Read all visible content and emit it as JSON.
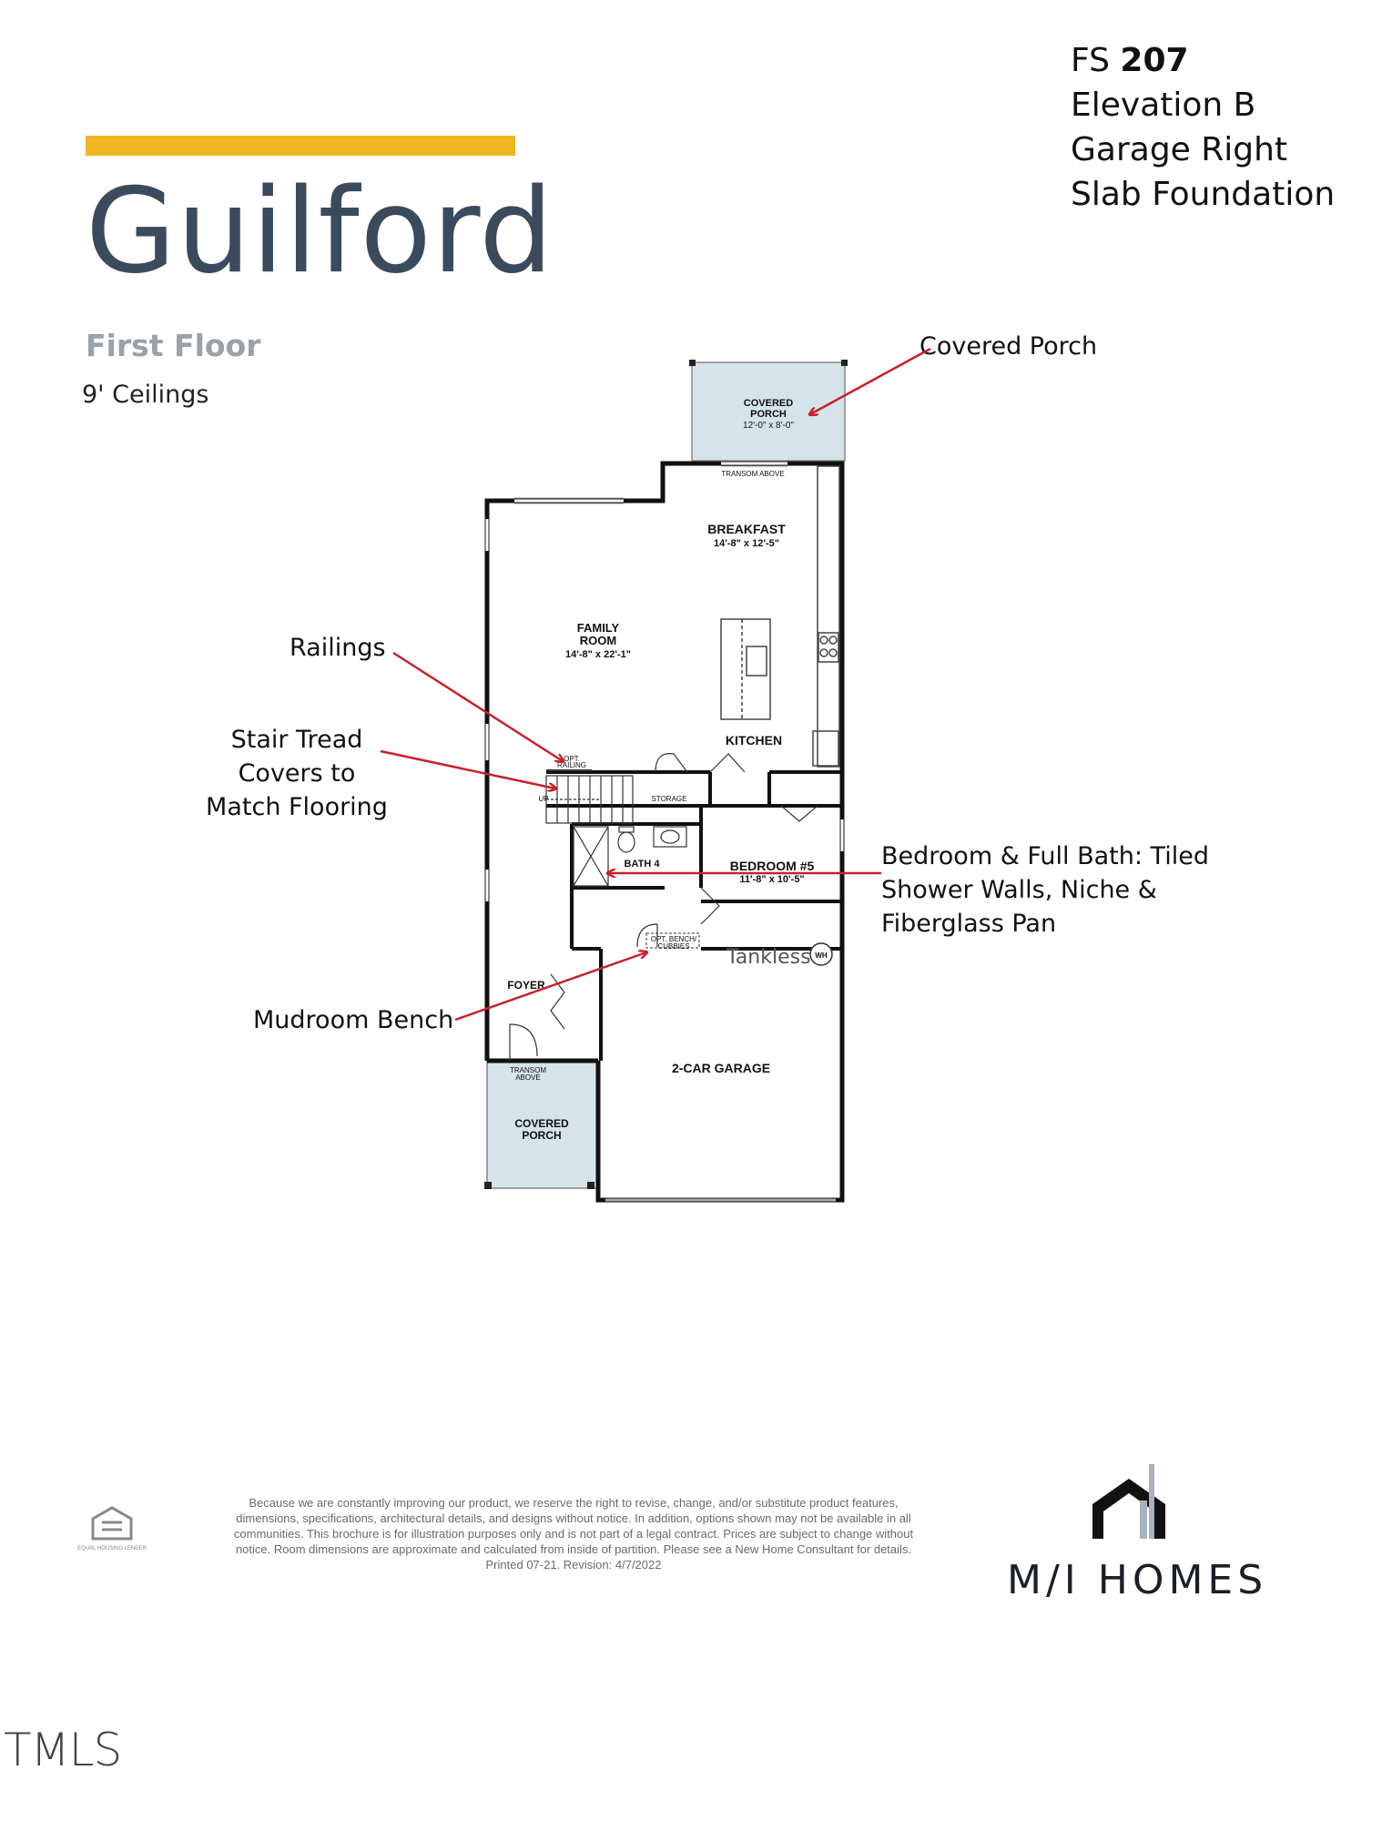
{
  "header": {
    "title": "Guilford",
    "floor": "First Floor",
    "ceilings": "9' Ceilings"
  },
  "plan_info": {
    "fs_prefix": "FS",
    "fs_number": "207",
    "elevation": "Elevation B",
    "garage": "Garage Right",
    "foundation": "Slab Foundation"
  },
  "callouts": {
    "covered_porch": "Covered Porch",
    "railings": "Railings",
    "stair_line1": "Stair Tread",
    "stair_line2": "Covers to",
    "stair_line3": "Match Flooring",
    "bedroom_line1": "Bedroom & Full Bath: Tiled",
    "bedroom_line2": "Shower Walls, Niche &",
    "bedroom_line3": "Fiberglass Pan",
    "tankless": "Tankless",
    "mudroom": "Mudroom Bench"
  },
  "rooms": {
    "covered_porch_rear": "COVERED",
    "covered_porch_rear2": "PORCH",
    "covered_porch_rear_dim": "12'-0\" x 8'-0\"",
    "transom_rear": "TRANSOM ABOVE",
    "breakfast": "BREAKFAST",
    "breakfast_dim": "14'-8\" x 12'-5\"",
    "family": "FAMILY",
    "family2": "ROOM",
    "family_dim": "14'-8\" x 22'-1\"",
    "kitchen": "KITCHEN",
    "opt_railing1": "OPT.",
    "opt_railing2": "RAILING",
    "up": "UP",
    "storage": "STORAGE",
    "bath": "BATH 4",
    "bedroom": "BEDROOM #5",
    "bedroom_dim": "11'-8\" x 10'-5\"",
    "bench1": "OPT. BENCH/",
    "bench2": "CUBBIES",
    "wh": "WH",
    "foyer": "FOYER",
    "garage": "2-CAR GARAGE",
    "transom_front1": "TRANSOM",
    "transom_front2": "ABOVE",
    "covered_porch_front": "COVERED",
    "covered_porch_front2": "PORCH"
  },
  "disclaimer": "Because we are constantly improving our product, we reserve the right to revise, change, and/or substitute product features, dimensions, specifications, architectural details, and designs without notice. In addition, options shown may not be available in all communities. This brochure is for illustration purposes only and is not part of a legal contract. Prices are subject to change without notice. Room dimensions are approximate and calculated from inside of partition. Please see a New Home Consultant for details. Printed 07-21. Revision: 4/7/2022",
  "logo": {
    "brand": "M/I HOMES",
    "equal_housing": "EQUAL HOUSING LENDER"
  },
  "watermark": "TMLS",
  "colors": {
    "accent": "#f0b522",
    "title": "#3b4a5c",
    "arrow": "#c8202a",
    "porch_fill": "#d5e3ea",
    "wall": "#111111"
  }
}
